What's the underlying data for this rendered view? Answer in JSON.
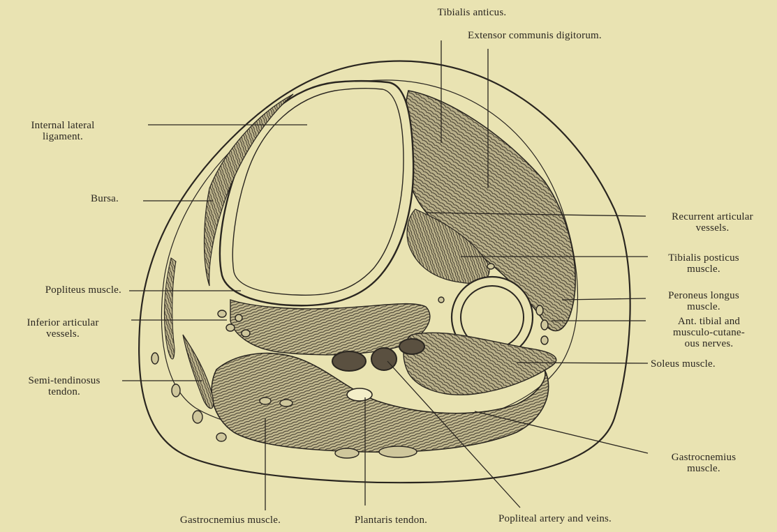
{
  "labels": {
    "tibialis_anticus": "Tibialis anticus.",
    "extensor_communis": "Extensor communis digitorum.",
    "internal_lateral_ligament": "Internal lateral\nligament.",
    "bursa": "Bursa.",
    "popliteus_muscle": "Popliteus muscle.",
    "inferior_articular_vessels": "Inferior articular\nvessels.",
    "semi_tendinosus_tendon": "Semi-tendinosus\ntendon.",
    "recurrent_articular_vessels": "Recurrent articular\nvessels.",
    "tibialis_posticus": "Tibialis posticus\nmuscle.",
    "peroneus_longus": "Peroneus longus\nmuscle.",
    "ant_tibial_nerves": "Ant. tibial and\nmusculo-cutane-\nous nerves.",
    "soleus_muscle": "Soleus muscle.",
    "gastrocnemius_muscle_right": "Gastrocnemius\nmuscle.",
    "gastrocnemius_muscle_bottom": "Gastrocnemius muscle.",
    "plantaris_tendon": "Plantaris tendon.",
    "popliteal_artery_veins": "Popliteal artery and veins."
  },
  "colors": {
    "paper": "#e9e3b2",
    "ink": "#2a2620",
    "muscle_fill": "#b9b08a"
  }
}
